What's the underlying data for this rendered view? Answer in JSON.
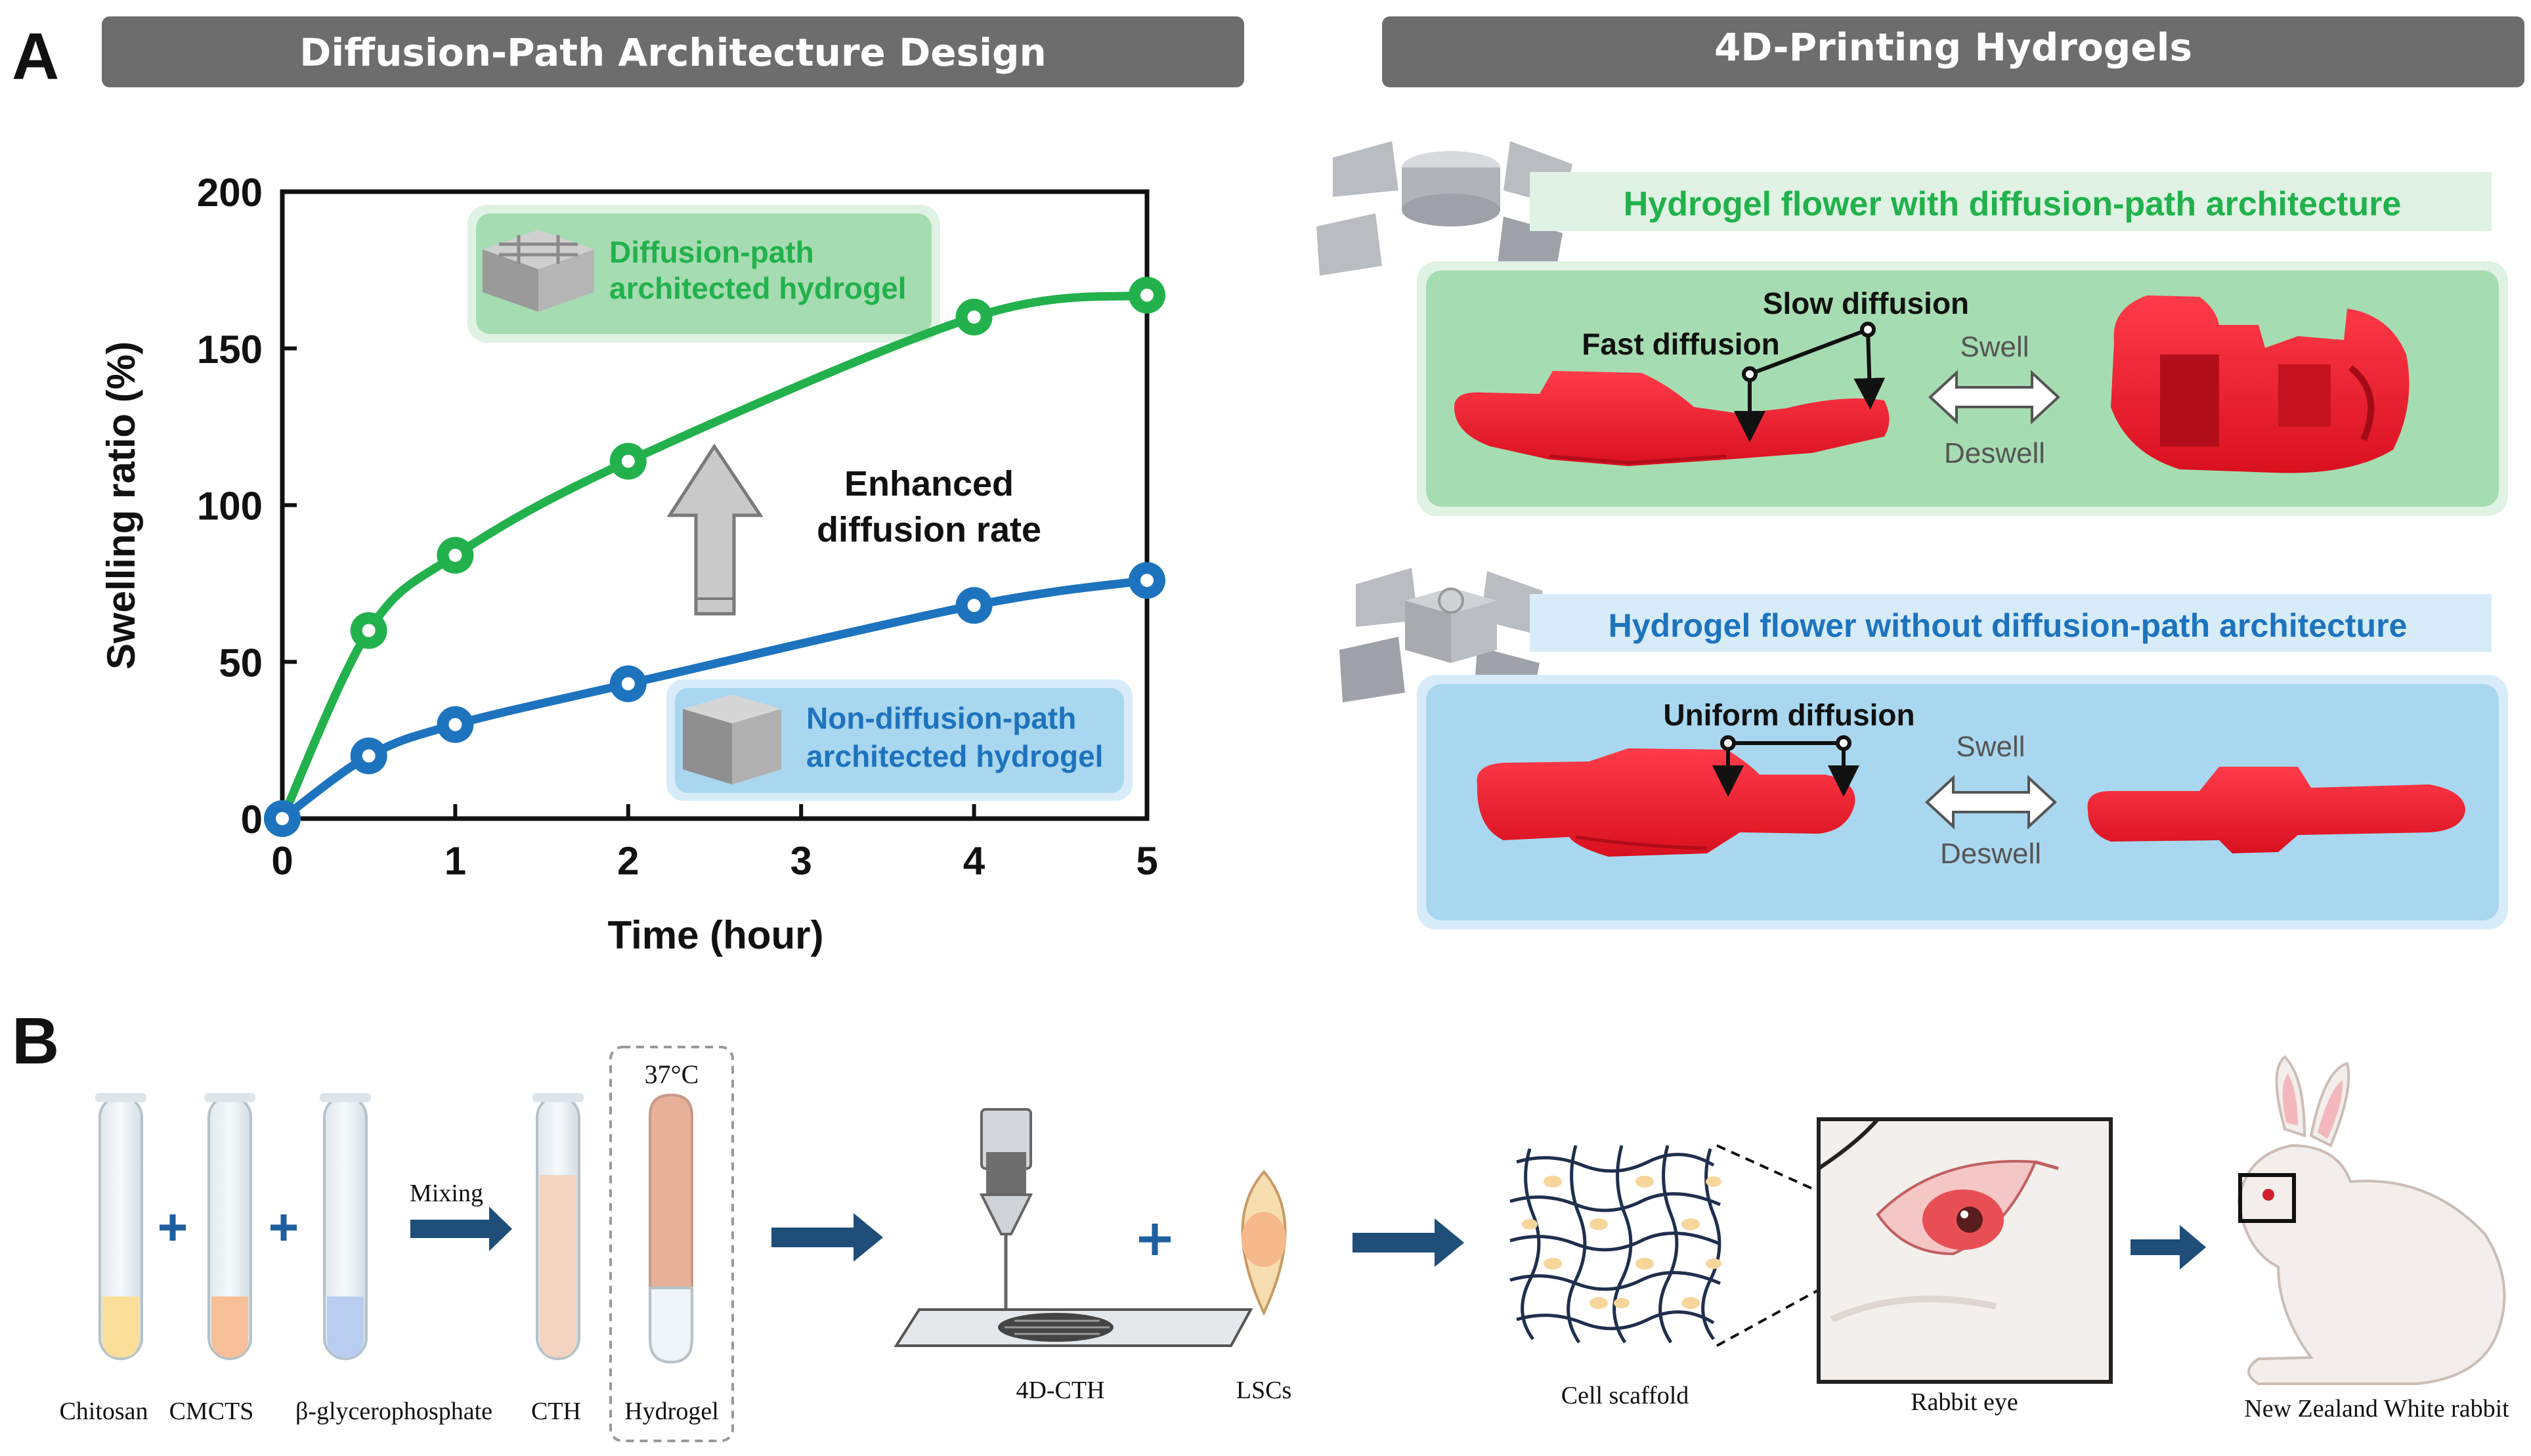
{
  "panel_a": {
    "label": "A",
    "left_header": "Diffusion-Path Architecture Design",
    "right_header": "4D-Printing Hydrogels"
  },
  "chart_data": {
    "type": "line",
    "xlabel": "Time (hour)",
    "ylabel": "Swelling ratio (%)",
    "xlim": [
      0,
      5
    ],
    "ylim": [
      0,
      200
    ],
    "x_ticks": [
      "0",
      "1",
      "2",
      "3",
      "4",
      "5"
    ],
    "y_ticks": [
      "0",
      "50",
      "100",
      "150",
      "200"
    ],
    "series": [
      {
        "name": "Diffusion-path architected hydrogel",
        "color": "#22b14c",
        "x": [
          0,
          0.5,
          1,
          2,
          4,
          5
        ],
        "y": [
          0,
          60,
          84,
          114,
          160,
          167
        ]
      },
      {
        "name": "Non-diffusion-path architected hydrogel",
        "color": "#1e73be",
        "x": [
          0,
          0.5,
          1,
          2,
          4,
          5
        ],
        "y": [
          0,
          20,
          30,
          43,
          68,
          76
        ]
      }
    ],
    "legend_green": [
      "Diffusion-path",
      "architected hydrogel"
    ],
    "legend_blue": [
      "Non-diffusion-path",
      "architected hydrogel"
    ],
    "annotation": [
      "Enhanced",
      "diffusion rate"
    ]
  },
  "flower_with": {
    "title": "Hydrogel flower with diffusion-path architecture",
    "slow": "Slow diffusion",
    "fast": "Fast diffusion",
    "swell": "Swell",
    "deswell": "Deswell"
  },
  "flower_without": {
    "title": "Hydrogel flower without diffusion-path architecture",
    "uniform": "Uniform diffusion",
    "swell": "Swell",
    "deswell": "Deswell"
  },
  "panel_b": {
    "label": "B",
    "temp": "37°C",
    "mixing": "Mixing",
    "labels": {
      "chitosan": "Chitosan",
      "cmcts": "CMCTS",
      "bgp": "β-glycerophosphate",
      "cth": "CTH",
      "hydrogel": "Hydrogel",
      "fourd": "4D-CTH",
      "lscs": "LSCs",
      "scaffold": "Cell scaffold",
      "eye": "Rabbit eye",
      "rabbit": "New Zealand White rabbit"
    }
  },
  "colors": {
    "header_gray": "#6d6d6d",
    "green": "#22b14c",
    "blue": "#1e73be",
    "panel_green": "#a6dcb1",
    "panel_blue": "#a9d7ef",
    "hydrogel_red": "#ee1c2c",
    "arrow_navy": "#1f4e79"
  }
}
